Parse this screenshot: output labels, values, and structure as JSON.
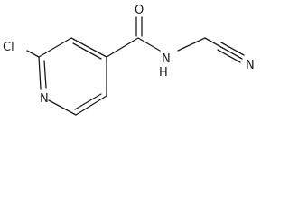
{
  "atoms": {
    "chlorine": "Cl",
    "ring_nitrogen": "N",
    "carbonyl_oxygen": "O",
    "amide_nitrogen": "N",
    "amide_hydrogen": "H",
    "nitrile_nitrogen": "N"
  }
}
